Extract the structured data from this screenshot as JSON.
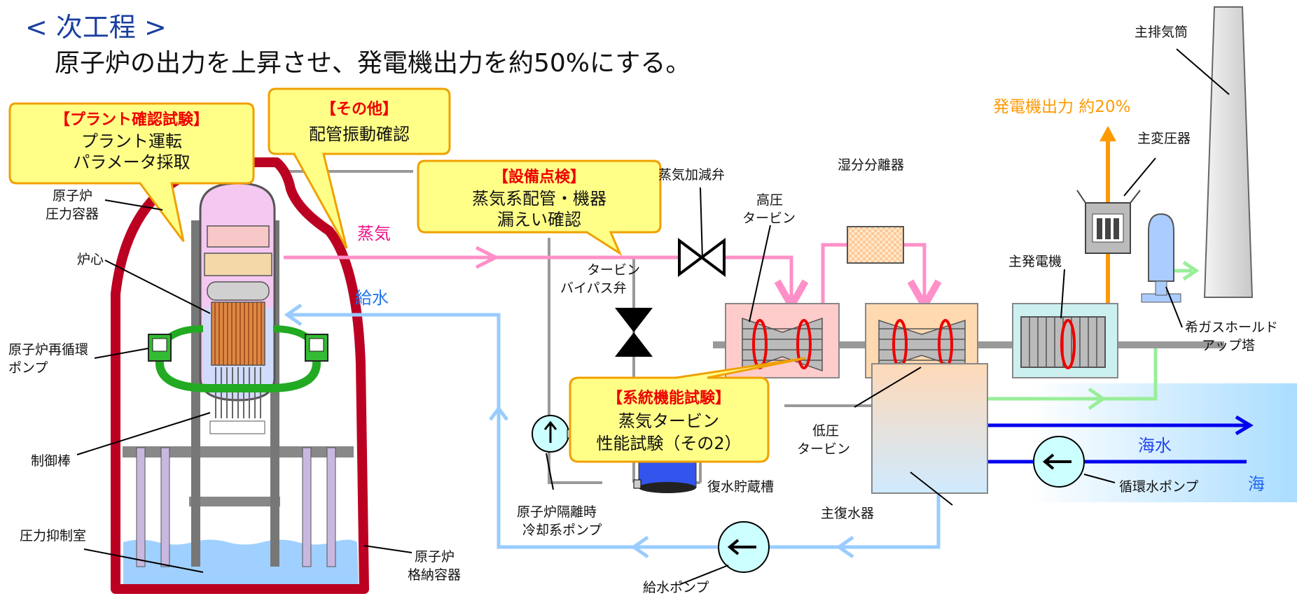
{
  "header": {
    "title": "< 次工程 >",
    "subtitle": "原子炉の出力を上昇させ、発電機出力を約50%にする。"
  },
  "callouts": {
    "plant_check": {
      "heading": "【プラント確認試験】",
      "line1": "プラント運転",
      "line2": "パラメータ採取"
    },
    "other": {
      "heading": "【その他】",
      "line1": "配管振動確認"
    },
    "equipment_inspection": {
      "heading": "【設備点検】",
      "line1": "蒸気系配管・機器",
      "line2": "漏えい確認"
    },
    "system_function_test": {
      "heading": "【系統機能試験】",
      "line1": "蒸気タービン",
      "line2": "性能試験（その2）"
    }
  },
  "flows": {
    "steam": "蒸気",
    "feedwater": "給水",
    "seawater": "海水",
    "sea": "海",
    "generator_output": "発電機出力 約20%"
  },
  "labels": {
    "rpv_line1": "原子炉",
    "rpv_line2": "圧力容器",
    "core": "炉心",
    "recirc_line1": "原子炉再循環",
    "recirc_line2": "ポンプ",
    "control_rod": "制御棒",
    "suppression_chamber": "圧力抑制室",
    "containment_line1": "原子炉",
    "containment_line2": "格納容器",
    "steam_control_valve": "蒸気加減弁",
    "bypass_line1": "タービン",
    "bypass_line2": "バイパス弁",
    "hp_turbine_line1": "高圧",
    "hp_turbine_line2": "タービン",
    "moisture_separator": "湿分分離器",
    "lp_turbine_line1": "低圧",
    "lp_turbine_line2": "タービン",
    "main_generator": "主発電機",
    "main_transformer": "主変圧器",
    "stack": "主排気筒",
    "holdup_line1": "希ガスホールド",
    "holdup_line2": "アップ塔",
    "condenser": "主復水器",
    "circ_pump": "循環水ポンプ",
    "condensate_tank": "復水貯蔵槽",
    "rcic_line1": "原子炉隔離時",
    "rcic_line2": "冷却系ポンプ",
    "feed_pump": "給水ポンプ"
  },
  "colors": {
    "steam": "#ff8fc8",
    "feedwater": "#99ccff",
    "seawater": "#0000ee",
    "offgas": "#99ee99",
    "output": "#ff9900",
    "containment": "#bb0022",
    "callout_fill": "#ffff88",
    "callout_stroke": "#f0a000",
    "heading_red": "#ee0000"
  }
}
